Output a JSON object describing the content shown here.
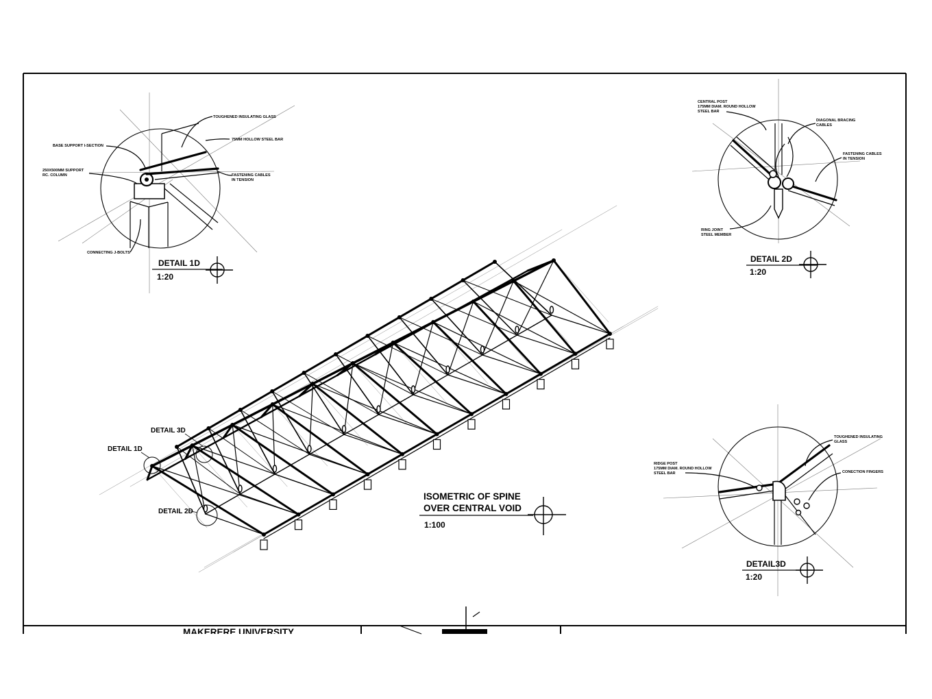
{
  "detail_1d": {
    "title": "DETAIL 1D",
    "scale": "1:20",
    "labels": [
      "TOUGHENED INSULATING GLASS",
      "BASE SUPPORT I-SECTION",
      "75MM HOLLOW STEEL BAR",
      "250X500MM SUPPORT",
      "RC. COLUMN",
      "FASTENING CABLES",
      "IN TENSION",
      "CONNECTING J-BOLTS"
    ]
  },
  "detail_2d": {
    "title": "DETAIL 2D",
    "scale": "1:20",
    "labels": [
      "CENTRAL POST",
      "175MM DIAM. ROUND HOLLOW",
      "STEEL BAR",
      "DIAGONAL BRACING",
      "CABLES",
      "FASTENING CABLES",
      "IN TENSION",
      "RING JOINT",
      "STEEL MEMBER"
    ]
  },
  "detail_3d": {
    "title": "DETAIL3D",
    "scale": "1:20",
    "labels": [
      "TOUGHENED INSULATING",
      "GLASS",
      "RIDGE POST",
      "175MM DIAM. ROUND HOLLOW",
      "STEEL BAR",
      "CONECTION FINGERS"
    ]
  },
  "main_view": {
    "title_line1": "ISOMETRIC OF SPINE",
    "title_line2": "OVER CENTRAL VOID",
    "scale": "1:100"
  },
  "callouts": {
    "detail_3d": "DETAIL 3D",
    "detail_1d": "DETAIL 1D",
    "detail_2d": "DETAIL 2D"
  },
  "title_block": {
    "institution": "MAKERERE UNIVERSITY"
  }
}
